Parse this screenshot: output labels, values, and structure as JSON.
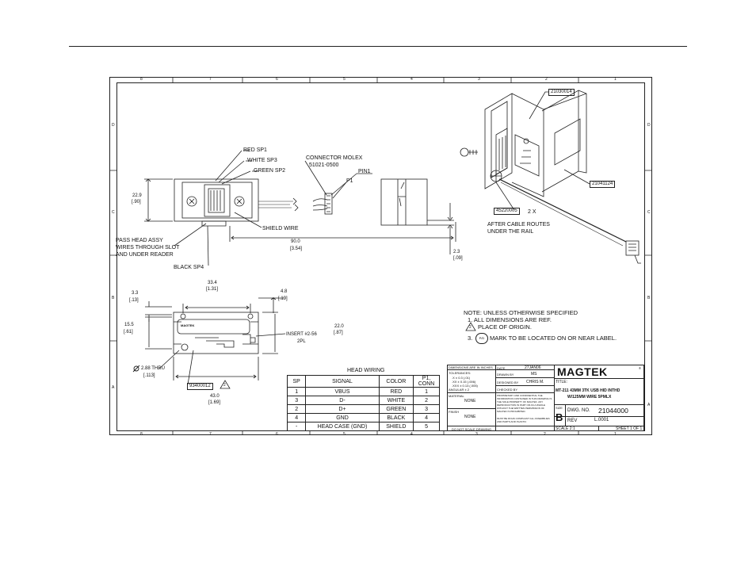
{
  "border": {
    "zones_top": [
      "8",
      "7",
      "6",
      "5",
      "4",
      "3",
      "2",
      "1"
    ],
    "zones_bottom": [
      "8",
      "7",
      "6",
      "5",
      "4",
      "3",
      "2",
      "1"
    ],
    "zones_left": [
      "D",
      "C",
      "B",
      "A"
    ],
    "zones_right": [
      "D",
      "C",
      "B",
      "A"
    ]
  },
  "callouts": {
    "red_sp1": "RED SP1",
    "white_sp3": "WHITE SP3",
    "green_sp2": "GREEN SP2",
    "connector_line1": "CONNECTOR MOLEX",
    "connector_line2": "51021-0500",
    "pin1": "PIN1",
    "p1": "P1",
    "shield_wire": "SHIELD WIRE",
    "pass_head_line1": "PASS HEAD ASSY",
    "pass_head_line2": "WIRES THROUGH SLOT",
    "pass_head_line3": "AND UNDER READER",
    "black_sp4": "BLACK SP4",
    "part_21030014": "21030014",
    "part_21041124": "21041124",
    "part_45220005": "45220005",
    "qty_2x": "2 X",
    "cable_route_line1": "AFTER CABLE ROUTES",
    "cable_route_line2": "UNDER THE RAIL",
    "part_93400012": "93400012",
    "thru_hole_line1": "2.88 THRU",
    "thru_hole_line2": "[.113]",
    "insert_line1": "INSERT #2-56",
    "insert_line2": "2PL",
    "magtek_label": "MAGTEK"
  },
  "dimensions": {
    "d_22_9": "22.9",
    "d_22_9_in": "[.90]",
    "d_90_0": "90.0",
    "d_90_0_in": "[3.54]",
    "d_2_3": "2.3",
    "d_2_3_in": "[.09]",
    "d_33_4": "33.4",
    "d_33_4_in": "[1.31]",
    "d_3_3": "3.3",
    "d_3_3_in": "[.13]",
    "d_4_8": "4.8",
    "d_4_8_in": "[.19]",
    "d_15_5": "15.5",
    "d_15_5_in": "[.61]",
    "d_22_0": "22.0",
    "d_22_0_in": "[.87]",
    "d_43_0": "43.0",
    "d_43_0_in": "[1.69]"
  },
  "notes": {
    "header": "NOTE: UNLESS OTHERWISE SPECIFIED",
    "n1": "1.  ALL DIMENSIONS ARE REF.",
    "n2_num": "2",
    "n2_text": "PLACE OF ORIGIN.",
    "n3_prefix": "3.",
    "n3_symbol": "P/D",
    "n3_text": "MARK TO BE LOCATED ON OR NEAR LABEL."
  },
  "head_wiring": {
    "title": "HEAD WIRING",
    "columns": [
      "SP",
      "SIGNAL",
      "COLOR",
      "P1, CONN"
    ],
    "rows": [
      [
        "1",
        "VBUS",
        "RED",
        "1"
      ],
      [
        "3",
        "D-",
        "WHITE",
        "2"
      ],
      [
        "2",
        "D+",
        "GREEN",
        "3"
      ],
      [
        "4",
        "GND",
        "BLACK",
        "4"
      ],
      [
        "-",
        "HEAD CASE (GND)",
        "SHIELD",
        "5"
      ]
    ]
  },
  "title_block": {
    "dims_label": "DIMENSIONS ARE IN INCHES",
    "tolerances": "TOLERANCES:",
    "tol1": ".X  ± 0.3 (.01)",
    "tol2": ".XX ± 0.15 (.006)",
    "tol3": ".XXX ± 0.13 (.005)",
    "angular": "ANGULAR ± 2",
    "date_label": "DATE",
    "date_value": "27JAN06",
    "drawn_label": "DRAWN BY",
    "drawn_value": "MS",
    "designed_label": "DESIGNED BY",
    "designed_value": "CHRIS M.",
    "checked_label": "CHECKED BY",
    "material_label": "MATERIAL",
    "material_value": "NONE",
    "finish_label": "FINISH",
    "finish_value": "NONE",
    "proprietary": "PROPRIETARY AND CONFIDENTIAL THE INFORMATION CONTAINED IN THIS DRAWING IS THE SOLE PROPERTY OF MAGTEK. ANY REPRODUCTION IN PART OR AS A WHOLE WITHOUT THE WRITTEN PERMISSION OF MAGTEK IS PROHIBITED.",
    "rohs": "MUST BE ROHS COMPLIANT ALL ASSEMBLIES AND PARTS AND PLASTIC",
    "no_scale": "DO NOT SCALE DRAWING",
    "company": "MAGTEK",
    "title_label": "TITLE:",
    "title_line1": "MT-211 43MM 3TK USB HID INTHD",
    "title_line2": "W/125MM WIRE 5PMLX",
    "size_label": "SIZE",
    "size_value": "B",
    "dwg_label": "DWG. NO.",
    "dwg_value": "21044000",
    "rev_label": "REV",
    "rev_value": "L.0001",
    "scale": "SCALE 2:1",
    "sheet": "SHEET 1 OF 1"
  }
}
